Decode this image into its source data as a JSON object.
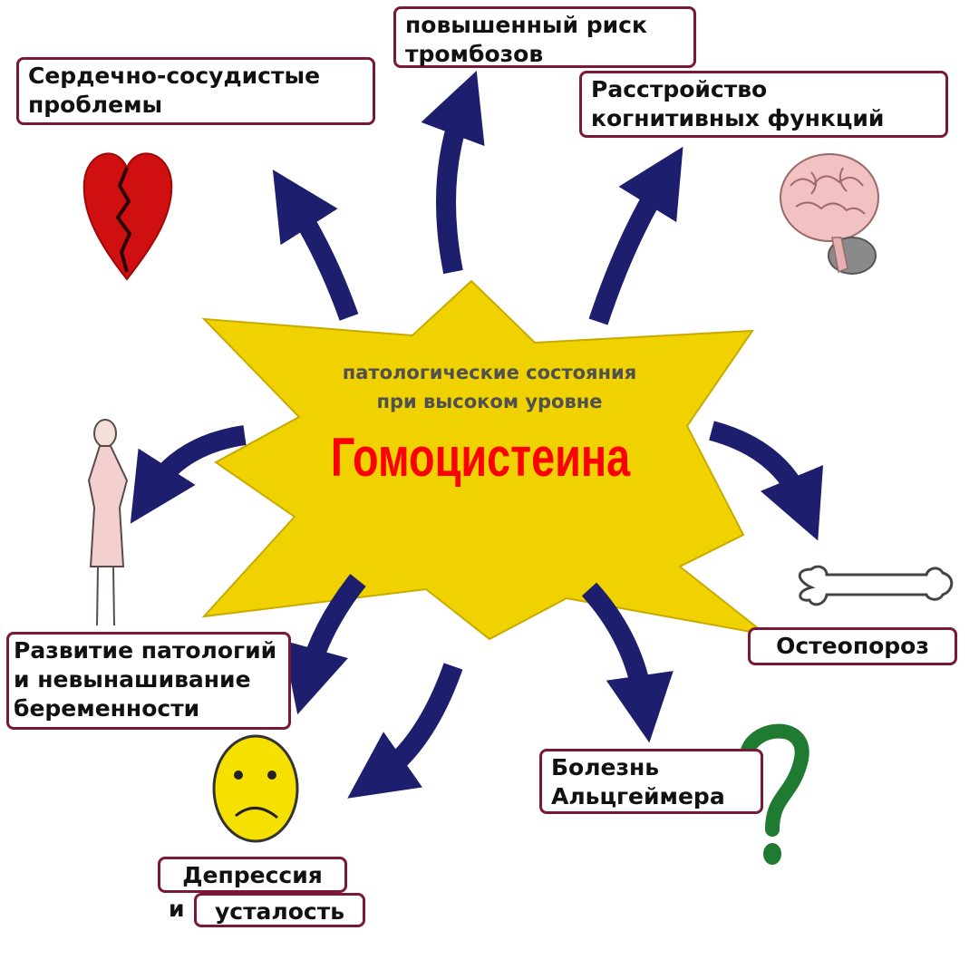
{
  "center": {
    "subtitle_line1": "патологические состояния",
    "subtitle_line2": "при высоком уровне",
    "title": "Гомоцистеина"
  },
  "labels": {
    "cardio": [
      "Сердечно-сосудистые",
      "проблемы"
    ],
    "thrombosis": [
      "повышенный риск",
      "тромбозов"
    ],
    "cognitive": [
      "Расстройство",
      "когнитивных функций"
    ],
    "osteoporosis": "Остеопороз",
    "alzheimer": [
      "Болезнь",
      "Альцгеймера"
    ],
    "depression_line1": "Депрессия",
    "depression_and": "и",
    "depression_line2": "усталость",
    "pregnancy": [
      "Развитие патологий",
      "и невынашивание",
      "беременности"
    ]
  },
  "colors": {
    "star": "#f0d200",
    "arrow": "#1e1e6e",
    "title": "#ff0000",
    "box_border": "#7a1838",
    "heart": "#d01010",
    "question_mark": "#1f7a32",
    "smiley": "#f5e000"
  },
  "icons": [
    "broken-heart-icon",
    "brain-icon",
    "bone-icon",
    "question-mark-icon",
    "sad-face-icon",
    "pregnant-woman-icon"
  ]
}
